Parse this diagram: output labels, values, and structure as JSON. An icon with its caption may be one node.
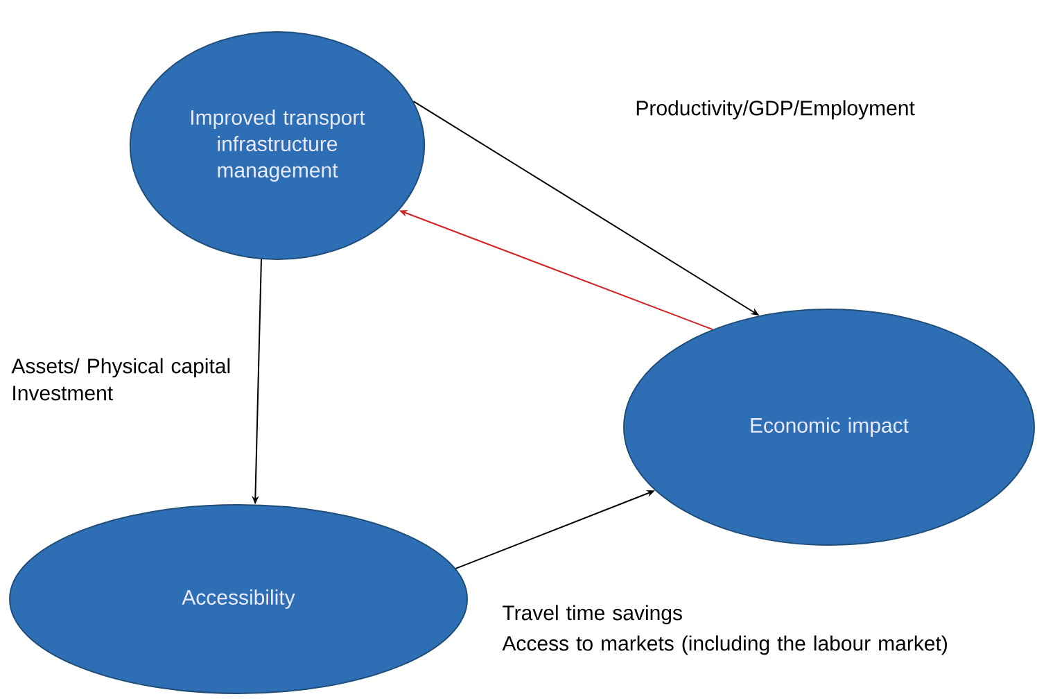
{
  "diagram": {
    "nodes": [
      {
        "text": [
          "Improved transport infrastructure management"
        ]
      },
      {
        "text": [
          "Economic impact"
        ]
      },
      {
        "text": [
          "Accessibility"
        ]
      }
    ],
    "edges": [
      {
        "from": 0,
        "to": 1,
        "arrow": "to"
      },
      {
        "from": 1,
        "to": 0,
        "arrow": "to",
        "color": "#d42020"
      },
      {
        "from": 0,
        "to": 2,
        "arrow": "to"
      },
      {
        "from": 2,
        "to": 1,
        "arrow": "to"
      }
    ],
    "labels": [
      "Productivity/GDP/Employment",
      "Assets/ Physical capital Investment",
      "Travel time savings",
      "Access to markets (including the labour market)"
    ]
  }
}
